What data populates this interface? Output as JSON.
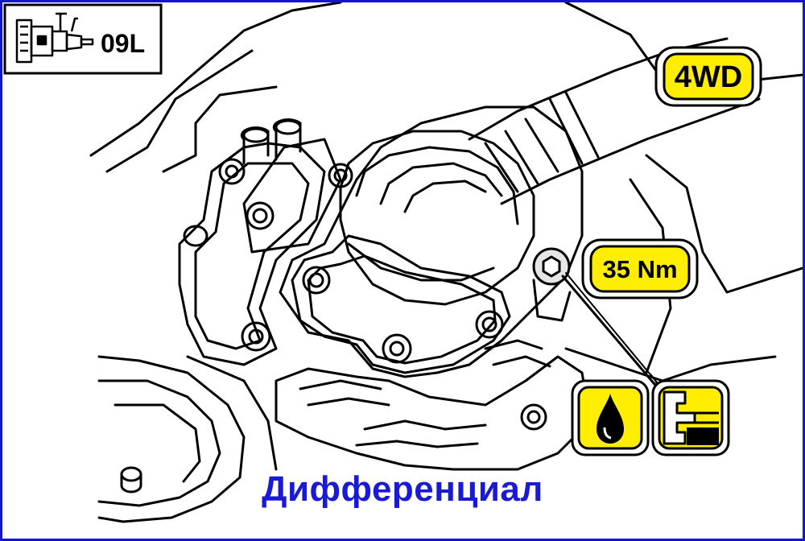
{
  "transmission_code": "09L",
  "drive_badge": "4WD",
  "torque_badge": "35 Nm",
  "caption": "Дифференциал",
  "icons": [
    "transmission-icon",
    "oil-drop-icon",
    "oil-level-plug-icon"
  ],
  "colors": {
    "border": "#1515d0",
    "caption": "#1a1ad6",
    "badge_fill": "#ffee00",
    "line": "#000000"
  }
}
